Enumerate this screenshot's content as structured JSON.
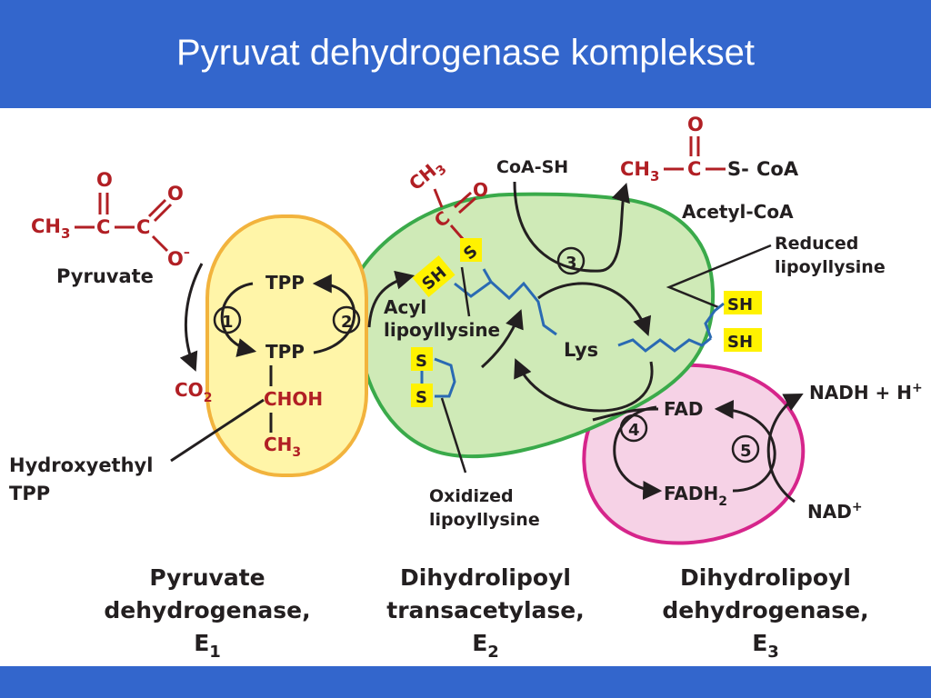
{
  "slide_title": "Pyruvat dehydrogenase komplekset",
  "colors": {
    "header": "#3366cc",
    "e1_fill": "#fff5a8",
    "e1_stroke": "#f2b33d",
    "e2_fill": "#cfeab7",
    "e2_stroke": "#3aaa4a",
    "e3_fill": "#f6d2e6",
    "e3_stroke": "#d6258b",
    "chem_red": "#b11f24",
    "chain_blue": "#2a6ab3",
    "highlight": "#fff200"
  },
  "pyruvate": {
    "label": "Pyruvate",
    "ch3": "CH",
    "sub3": "3",
    "c": "C",
    "o": "O",
    "o_minus": "O",
    "minus": "–"
  },
  "e1": {
    "tpp_top": "TPP",
    "tpp_bottom": "TPP",
    "chohe": "CHOH",
    "ch3": "CH",
    "sub3": "3",
    "co2": "CO",
    "co2_sub": "2",
    "hydroxyethyl_label_line1": "Hydroxyethyl",
    "hydroxyethyl_label_line2": "TPP",
    "step1": "1",
    "step2": "2"
  },
  "e2": {
    "acyl_label_line1": "Acyl",
    "acyl_label_line2": "lipoyllysine",
    "sh": "SH",
    "s": "S",
    "ch3": "CH",
    "sub3": "3",
    "c": "C",
    "o": "O",
    "lys": "Lys",
    "coa_sh": "CoA-SH",
    "oxidized_line1": "Oxidized",
    "oxidized_line2": "lipoyllysine",
    "step3": "3"
  },
  "acetyl_coa": {
    "ch3": "CH",
    "sub3": "3",
    "c": "C",
    "o": "O",
    "s": "S-",
    "coa": "CoA",
    "label": "Acetyl-CoA"
  },
  "reduced": {
    "label_line1": "Reduced",
    "label_line2": "lipoyllysine",
    "sh_top": "SH",
    "sh_bottom": "SH"
  },
  "e3": {
    "fad": "FAD",
    "fadh": "FADH",
    "fadh_sub": "2",
    "nadh": "NADH + H",
    "nadh_sup": "+",
    "nad": "NAD",
    "nad_sup": "+",
    "step4": "4",
    "step5": "5"
  },
  "enzymes": {
    "e1_line1": "Pyruvate",
    "e1_line2": "dehydrogenase,",
    "e1_line3": "E",
    "e1_sub": "1",
    "e2_line1": "Dihydrolipoyl",
    "e2_line2": "transacetylase,",
    "e2_line3": "E",
    "e2_sub": "2",
    "e3_line1": "Dihydrolipoyl",
    "e3_line2": "dehydrogenase,",
    "e3_line3": "E",
    "e3_sub": "3"
  }
}
